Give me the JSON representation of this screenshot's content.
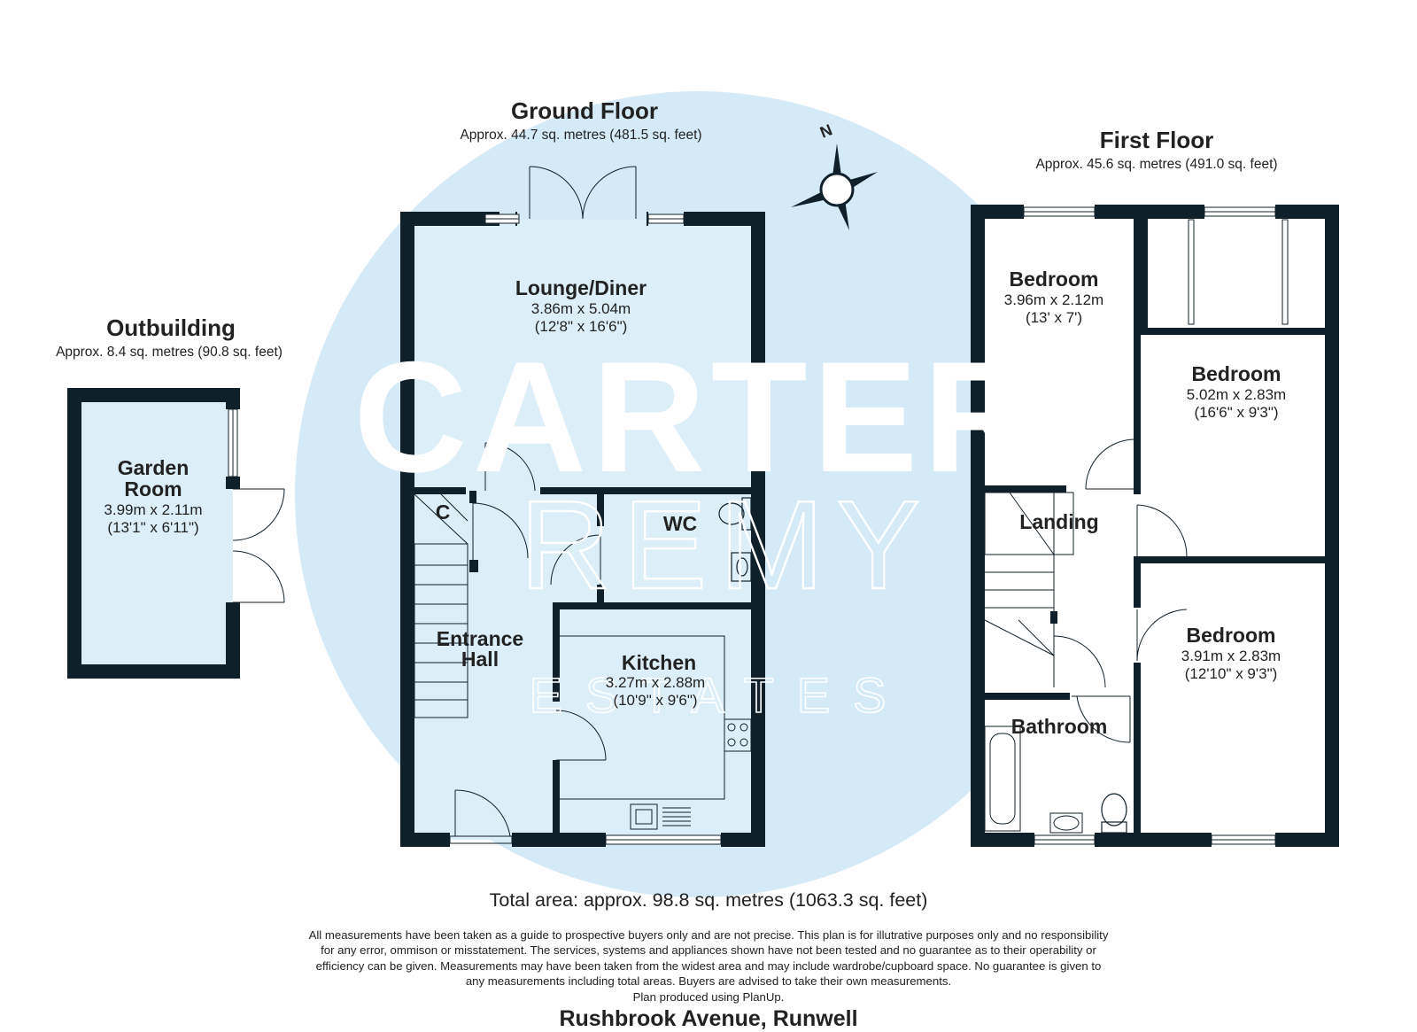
{
  "watermark": {
    "line1": "CARTER",
    "line2": "REMY",
    "line3": "ESTATES"
  },
  "ground_floor": {
    "title": "Ground Floor",
    "area": "Approx. 44.7 sq. metres (481.5 sq. feet)",
    "rooms": {
      "lounge": {
        "name": "Lounge/Diner",
        "metric": "3.86m x 5.04m",
        "imperial": "(12'8\" x 16'6\")"
      },
      "wc": {
        "name": "WC"
      },
      "cupboard": {
        "name": "C"
      },
      "hall": {
        "name_line1": "Entrance",
        "name_line2": "Hall"
      },
      "kitchen": {
        "name": "Kitchen",
        "metric": "3.27m x 2.88m",
        "imperial": "(10'9\" x 9'6\")"
      }
    }
  },
  "first_floor": {
    "title": "First Floor",
    "area": "Approx. 45.6 sq. metres (491.0 sq. feet)",
    "rooms": {
      "bedroom1": {
        "name": "Bedroom",
        "metric": "3.96m x 2.12m",
        "imperial": "(13' x 7')"
      },
      "bedroom2": {
        "name": "Bedroom",
        "metric": "5.02m x 2.83m",
        "imperial": "(16'6\" x 9'3\")"
      },
      "landing": {
        "name": "Landing"
      },
      "bedroom3": {
        "name": "Bedroom",
        "metric": "3.91m x 2.83m",
        "imperial": "(12'10\" x 9'3\")"
      },
      "bathroom": {
        "name": "Bathroom"
      }
    }
  },
  "outbuilding": {
    "title": "Outbuilding",
    "area": "Approx. 8.4 sq. metres (90.8 sq. feet)",
    "rooms": {
      "garden_room": {
        "name_line1": "Garden",
        "name_line2": "Room",
        "metric": "3.99m x 2.11m",
        "imperial": "(13'1\" x 6'11\")"
      }
    }
  },
  "compass": {
    "label": "N"
  },
  "total_area": "Total area: approx. 98.8 sq. metres (1063.3 sq. feet)",
  "disclaimer": [
    "All measurements have been taken as a guide to prospective buyers only and are not precise. This plan is for illutrative purposes only and no responsibility",
    "for any error, ommison or misstatement. The services, systems and appliances shown have not been tested and no guarantee as to their operability or",
    "efficiency can be given. Measurements may have been taken from the widest area and may include wardrobe/cupboard space. No guarantee is given to",
    "any measurements including total areas. Buyers are advised to take their own measurements.",
    "Plan produced using PlanUp."
  ],
  "address": "Rushbrook Avenue, Runwell",
  "colors": {
    "wall": "#10202a",
    "fill": "#dceef8",
    "watermark_circle": "#d4eaf7",
    "text": "#222222"
  }
}
